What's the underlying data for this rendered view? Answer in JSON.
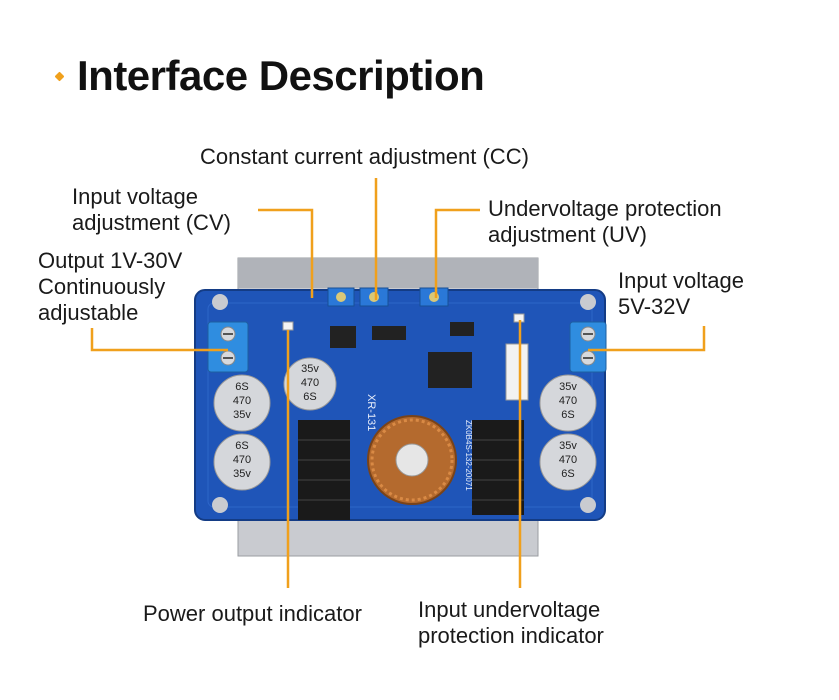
{
  "title": "Interface Description",
  "labels": {
    "cc": "Constant current adjustment (CC)",
    "cv_line1": "Input voltage",
    "cv_line2": "adjustment (CV)",
    "uv_line1": "Undervoltage protection",
    "uv_line2": "adjustment (UV)",
    "out_line1": "Output 1V-30V",
    "out_line2": "Continuously",
    "out_line3": "adjustable",
    "in_line1": "Input voltage",
    "in_line2": "5V-32V",
    "power_indicator": "Power output indicator",
    "uv_ind_line1": "Input undervoltage",
    "uv_ind_line2": "protection  indicator"
  },
  "board": {
    "model": "XR-131",
    "cap_text": [
      "6S",
      "470",
      "35v"
    ],
    "pcb_code": "ZK0B4S-132-20071"
  },
  "colors": {
    "accent": "#f0a01c",
    "pcb": "#1f55b8",
    "heatsink": "#1a1a1a",
    "terminal": "#2f8de0"
  }
}
